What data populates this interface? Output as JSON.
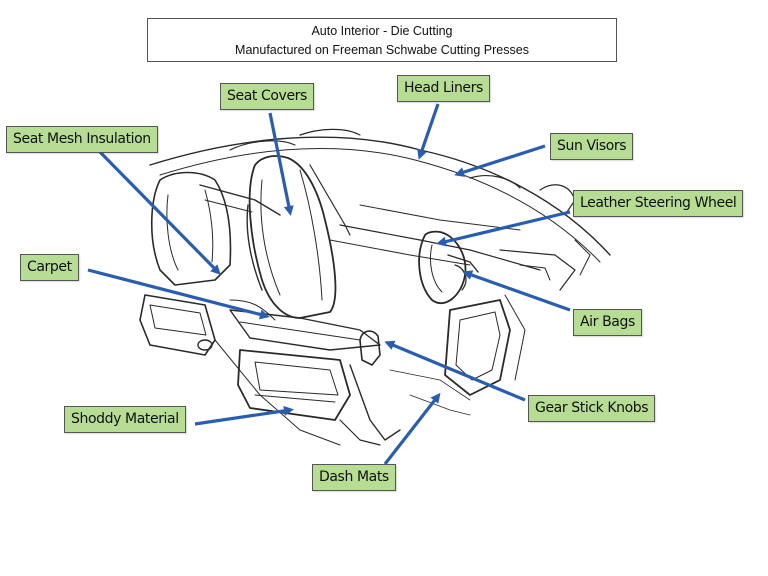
{
  "title": {
    "line1": "Auto Interior - Die Cutting",
    "line2": "Manufactured on Freeman Schwabe Cutting Presses"
  },
  "colors": {
    "label_fill": "#b7dc93",
    "arrow": "#2a5db0",
    "sketch": "#2a2a2a"
  },
  "labels": {
    "seat_mesh_insulation": "Seat Mesh Insulation",
    "seat_covers": "Seat Covers",
    "head_liners": "Head Liners",
    "sun_visors": "Sun Visors",
    "leather_steering_wheel": "Leather Steering Wheel",
    "carpet": "Carpet",
    "air_bags": "Air Bags",
    "gear_stick_knobs": "Gear Stick Knobs",
    "shoddy_material": "Shoddy Material",
    "dash_mats": "Dash Mats"
  },
  "illustration": "car-interior-sketch"
}
